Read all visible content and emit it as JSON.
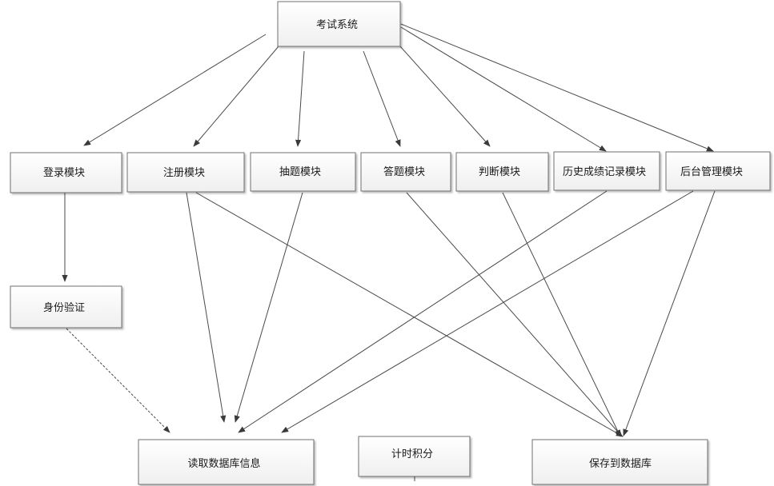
{
  "nodes": {
    "exam_system": "考试系统",
    "login": "登录模块",
    "register": "注册模块",
    "draw_questions": "抽题模块",
    "answer": "答题模块",
    "judge": "判断模块",
    "history": "历史成绩记录模块",
    "admin": "后台管理模块",
    "auth": "身份验证",
    "read_db": "读取数据库信息",
    "timer": "计时积分",
    "save_db": "保存到数据库"
  },
  "edges": [
    {
      "from": "exam_system",
      "to": "login"
    },
    {
      "from": "exam_system",
      "to": "register"
    },
    {
      "from": "exam_system",
      "to": "draw_questions"
    },
    {
      "from": "exam_system",
      "to": "answer"
    },
    {
      "from": "exam_system",
      "to": "judge"
    },
    {
      "from": "exam_system",
      "to": "history"
    },
    {
      "from": "exam_system",
      "to": "admin"
    },
    {
      "from": "login",
      "to": "auth"
    },
    {
      "from": "auth",
      "to": "read_db"
    },
    {
      "from": "register",
      "to": "read_db"
    },
    {
      "from": "register",
      "to": "save_db"
    },
    {
      "from": "draw_questions",
      "to": "read_db"
    },
    {
      "from": "answer",
      "to": "save_db"
    },
    {
      "from": "judge",
      "to": "save_db"
    },
    {
      "from": "history",
      "to": "read_db"
    },
    {
      "from": "admin",
      "to": "read_db"
    },
    {
      "from": "admin",
      "to": "save_db"
    }
  ]
}
